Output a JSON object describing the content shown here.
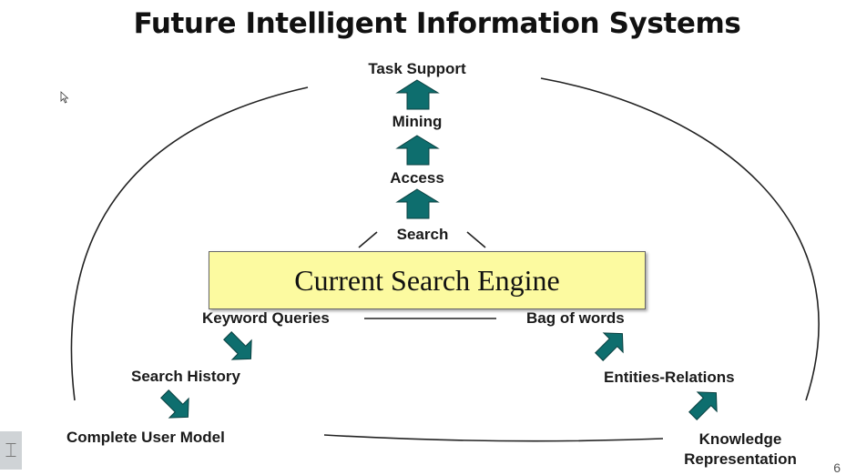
{
  "title": "Future Intelligent Information Systems",
  "engine_label": "Current Search Engine",
  "levels": {
    "task_support": "Task Support",
    "mining": "Mining",
    "access": "Access",
    "search": "Search"
  },
  "left_branch": {
    "keyword_queries": "Keyword Queries",
    "search_history": "Search History",
    "complete_user_model": "Complete User Model"
  },
  "right_branch": {
    "bag_of_words": "Bag of words",
    "entities_relations": "Entities-Relations",
    "knowledge_line1": "Knowledge",
    "knowledge_line2": "Representation"
  },
  "page_number": "6",
  "colors": {
    "arrow_fill": "#0e6e6e",
    "arrow_stroke": "#0a4040",
    "engine_box": "#fcfaa0"
  },
  "icons": {
    "arrow": "block-arrow-icon",
    "cursor": "mouse-pointer-icon"
  }
}
